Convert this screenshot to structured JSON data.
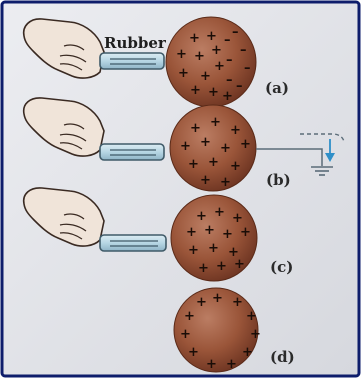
{
  "rod_label": "Rubber",
  "panels": [
    {
      "label": "(a)",
      "charges": [
        "+",
        "+",
        "–",
        "+",
        "+",
        "–",
        "+",
        "+",
        "–",
        "–",
        "+",
        "+",
        "–",
        "+",
        "+",
        "–",
        "+",
        "–"
      ]
    },
    {
      "label": "(b)",
      "charges": [
        "+",
        "+",
        "+",
        "+",
        "+",
        "+",
        "+",
        "+",
        "+",
        "+",
        "+",
        "+"
      ]
    },
    {
      "label": "(c)",
      "charges": [
        "+",
        "+",
        "+",
        "+",
        "+",
        "+",
        "+",
        "+",
        "+",
        "+",
        "+",
        "+",
        "+"
      ]
    },
    {
      "label": "(d)",
      "charges": [
        "+",
        "+",
        "+",
        "+",
        "+",
        "+",
        "+",
        "+",
        "+",
        "+",
        "+"
      ]
    }
  ],
  "colors": {
    "frame_border": "#0e1d6b",
    "background": "#e2e3e8",
    "sphere_center": "#bb7d63",
    "sphere_mid": "#9a5539",
    "sphere_edge": "#6a3220",
    "rod_fill": "#b7d6e4",
    "rod_outline": "#3f5a68",
    "wire": "#5b6c78",
    "arrow": "#2f8fc8"
  },
  "icons": [
    "hand-icon",
    "ground-icon",
    "dashed-arrow-icon"
  ]
}
